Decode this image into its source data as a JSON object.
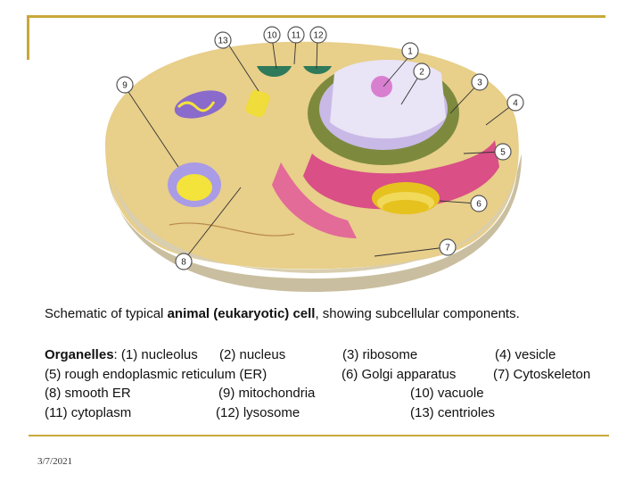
{
  "caption": {
    "prefix": "Schematic of typical ",
    "bold": "animal (eukaryotic) cell",
    "suffix": ", showing subcellular components."
  },
  "organelles": {
    "heading": "Organelles",
    "heading_suffix": ":",
    "rows": [
      [
        "(1) nucleolus",
        "(2) nucleus",
        "(3) ribosome",
        "(4) vesicle"
      ],
      [
        "(5) rough endoplasmic reticulum (ER)",
        "(6) Golgi apparatus",
        "(7) Cytoskeleton"
      ],
      [
        "(8) smooth ER",
        "(9) mitochondria",
        "(10) vacuole"
      ],
      [
        "(11) cytoplasm",
        "(12) lysosome",
        "(13) centrioles"
      ]
    ]
  },
  "callouts": [
    "1",
    "2",
    "3",
    "4",
    "5",
    "6",
    "7",
    "8",
    "9",
    "10",
    "11",
    "12",
    "13"
  ],
  "footer": {
    "date": "3/7/2021"
  },
  "colors": {
    "accent_rule": "#c8a83a",
    "cytoplasm": "#e8cf8a",
    "nucleus": "#c9b9e6",
    "rough_er": "#d94f86",
    "golgi": "#e6c21f"
  }
}
